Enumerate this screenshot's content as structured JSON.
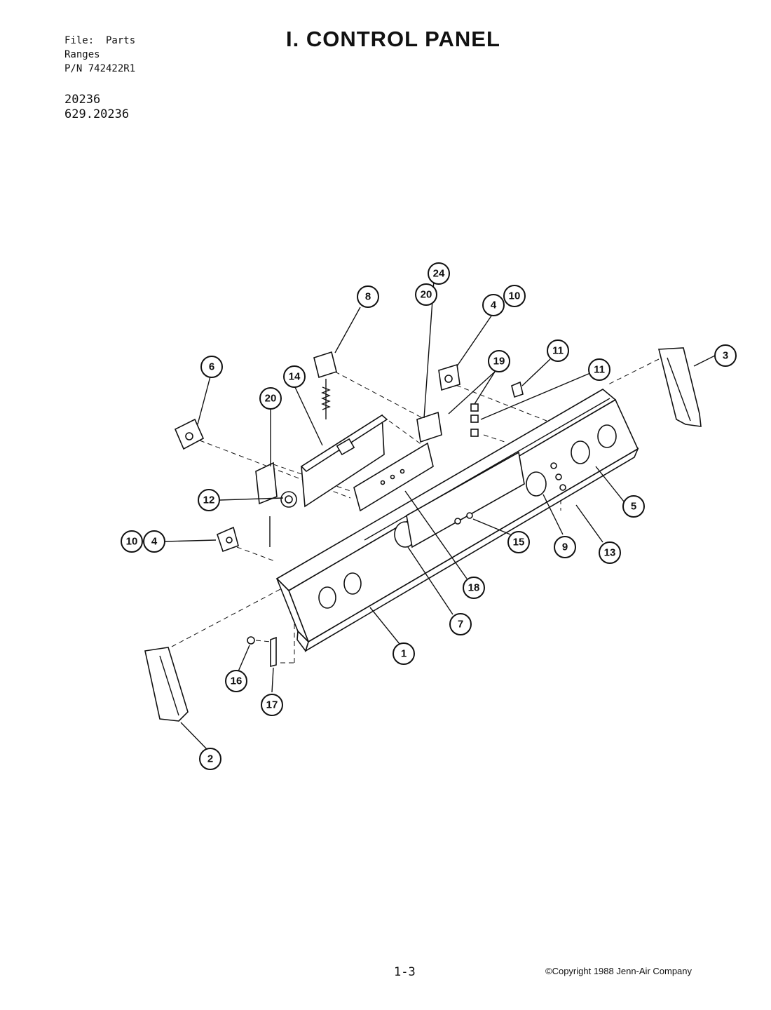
{
  "header": {
    "file_line": "File:  Parts",
    "category_line": "Ranges",
    "pn_line": "P/N 742422R1"
  },
  "models": [
    "20236",
    "629.20236"
  ],
  "title": "I. CONTROL PANEL",
  "page_number": "1-3",
  "copyright": "©Copyright 1988 Jenn-Air Company",
  "callouts": [
    "24",
    "20",
    "8",
    "4",
    "10",
    "11",
    "11",
    "3",
    "6",
    "14",
    "20",
    "19",
    "12",
    "10",
    "4",
    "5",
    "15",
    "9",
    "13",
    "18",
    "7",
    "1",
    "16",
    "17",
    "2"
  ]
}
